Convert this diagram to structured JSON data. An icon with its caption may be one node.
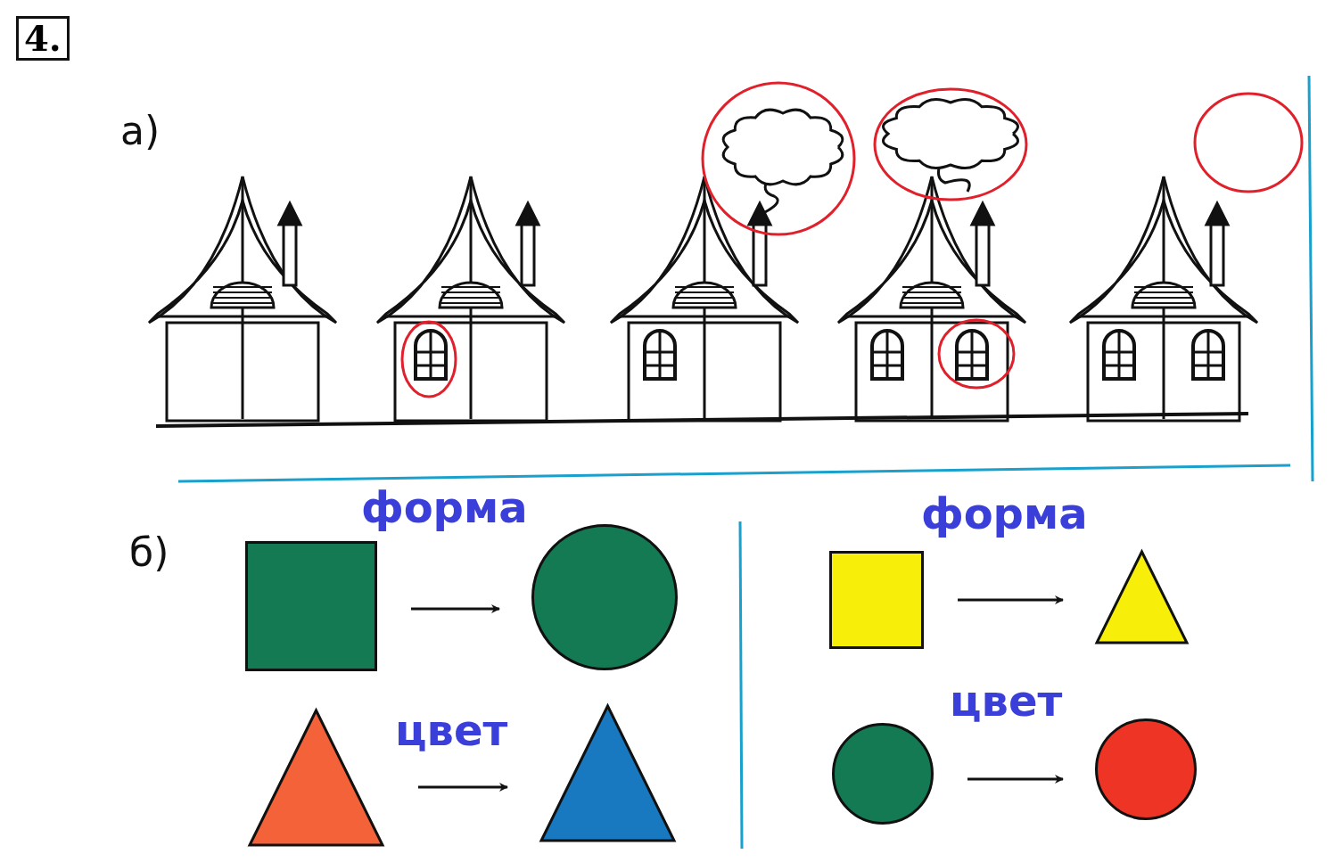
{
  "diagram": {
    "nodes": [
      {
        "text": [],
        "shape": "box"
      },
      {
        "text": [],
        "shape": "circle"
      },
      {
        "text": [],
        "shape": "triangle"
      },
      {
        "text": [],
        "shape": "triangle"
      },
      {
        "text": [],
        "shape": "box"
      },
      {
        "text": [],
        "shape": "triangle"
      },
      {
        "text": [],
        "shape": "circle"
      },
      {
        "text": [],
        "shape": "circle"
      }
    ],
    "edges": [
      {
        "from": 0,
        "to": 1,
        "arrow": "to"
      },
      {
        "from": 2,
        "to": 3,
        "arrow": "to"
      },
      {
        "from": 4,
        "to": 5,
        "arrow": "to"
      },
      {
        "from": 6,
        "to": 7,
        "arrow": "to"
      }
    ],
    "labels": [
      "4.",
      "а)",
      "б)",
      "форма",
      "форма",
      "цвет",
      "цвет"
    ]
  }
}
